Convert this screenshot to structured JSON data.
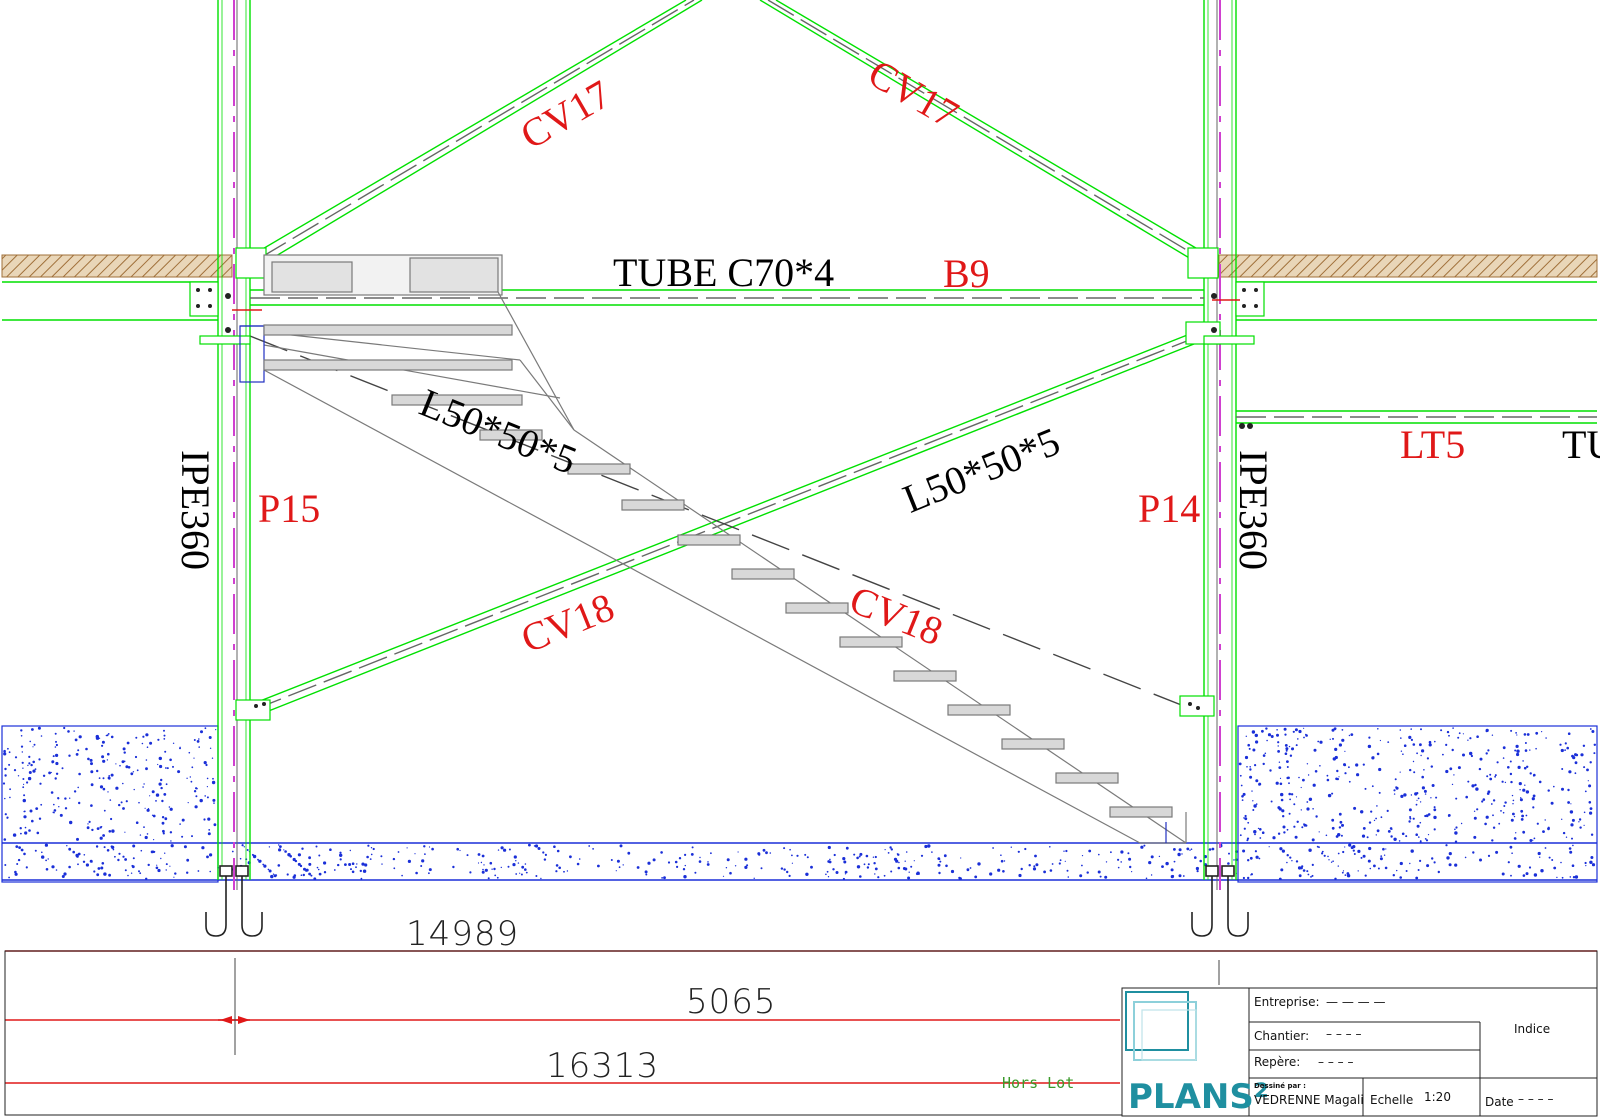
{
  "labels": {
    "cv17_left": "CV17",
    "cv17_right": "CV17",
    "tube": "TUBE C70*4",
    "b9": "B9",
    "lt5": "LT5",
    "tu_cut": "TU",
    "angle_left": "L50*50*5",
    "angle_right": "L50*50*5",
    "ipe_left": "IPE360",
    "ipe_right": "IPE360",
    "p15": "P15",
    "p14": "P14",
    "cv18_left": "CV18",
    "cv18_right": "CV18"
  },
  "dimensions": {
    "d1": "14989",
    "d2": "5065",
    "d3": "16313"
  },
  "title_block": {
    "entreprise_label": "Entreprise:",
    "entreprise_value": "— — — —",
    "chantier_label": "Chantier:",
    "chantier_value": "– – – –",
    "repere_label": "Repère:",
    "repere_value": "– – – –",
    "indice_label": "Indice",
    "dessine_label": "Dessiné par :",
    "dessine_value": "VEDRENNE Magali",
    "echelle_label": "Echelle",
    "echelle_value": "1:20",
    "date_label": "Date",
    "date_value": "– – – –",
    "logo_text": "PLANS²",
    "hors_lot": "Hors Lot"
  },
  "colors": {
    "structure": "#00e000",
    "annotation": "#e01818",
    "concrete": "#1a2fd8",
    "soil": "#a0703a",
    "stair": "#7a7a7a",
    "logo": "#1f8fa0"
  }
}
